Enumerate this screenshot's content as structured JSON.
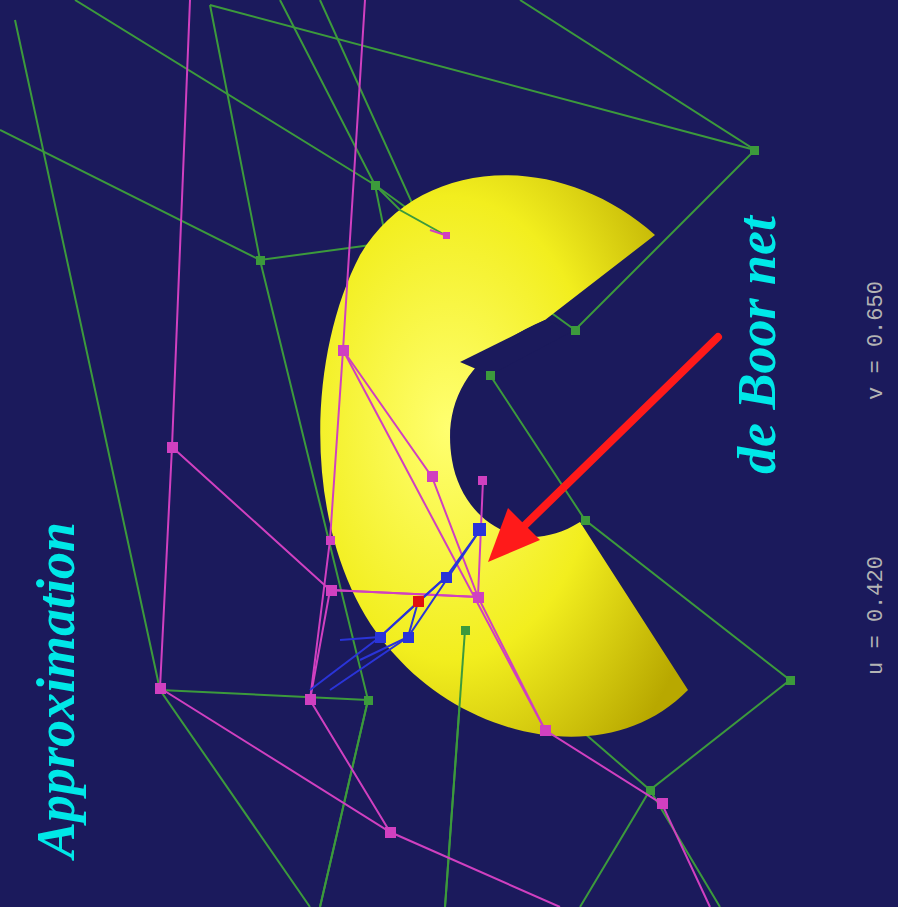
{
  "diagram": {
    "labels": [
      "Approximation",
      "de Boor net",
      "u = 0.420",
      "v = 0.650"
    ]
  }
}
